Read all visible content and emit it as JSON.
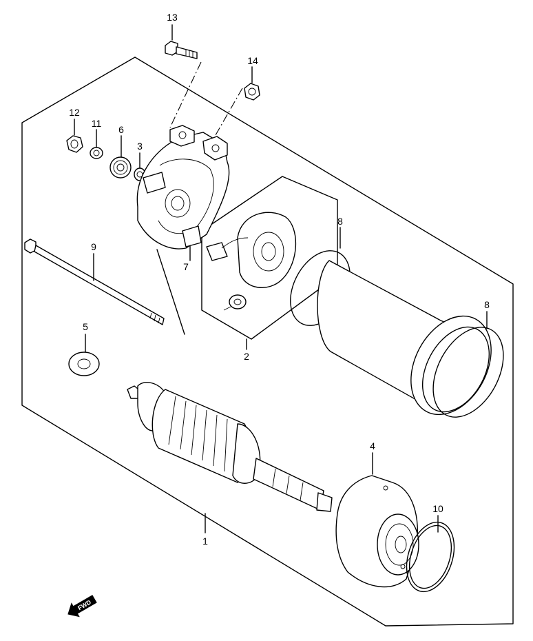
{
  "diagram": {
    "callouts": [
      {
        "id": "c13",
        "text": "13"
      },
      {
        "id": "c14",
        "text": "14"
      },
      {
        "id": "c12",
        "text": "12"
      },
      {
        "id": "c11",
        "text": "11"
      },
      {
        "id": "c6",
        "text": "6"
      },
      {
        "id": "c3",
        "text": "3"
      },
      {
        "id": "c9",
        "text": "9"
      },
      {
        "id": "c7",
        "text": "7"
      },
      {
        "id": "c5",
        "text": "5"
      },
      {
        "id": "c2",
        "text": "2"
      },
      {
        "id": "c8a",
        "text": "8"
      },
      {
        "id": "c8b",
        "text": "8"
      },
      {
        "id": "c4",
        "text": "4"
      },
      {
        "id": "c10",
        "text": "10"
      },
      {
        "id": "c1",
        "text": "1"
      }
    ],
    "fwd_label": "FWD"
  }
}
